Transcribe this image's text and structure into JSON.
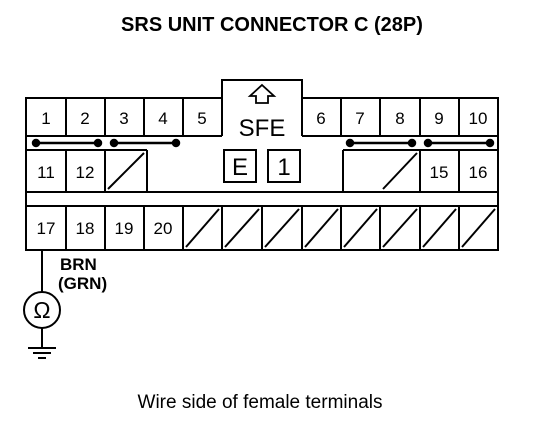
{
  "title": "SRS UNIT CONNECTOR C (28P)",
  "caption": "Wire side of female terminals",
  "connector": {
    "label": "SFE",
    "box_e": "E",
    "box_1": "1",
    "row1": [
      "1",
      "2",
      "3",
      "4",
      "5",
      "6",
      "7",
      "8",
      "9",
      "10"
    ],
    "row2": [
      "11",
      "12",
      "15",
      "16"
    ],
    "row3": [
      "17",
      "18",
      "19",
      "20"
    ]
  },
  "wire": {
    "color": "BRN",
    "alt_color": "(GRN)",
    "meter_symbol": "Ω"
  }
}
